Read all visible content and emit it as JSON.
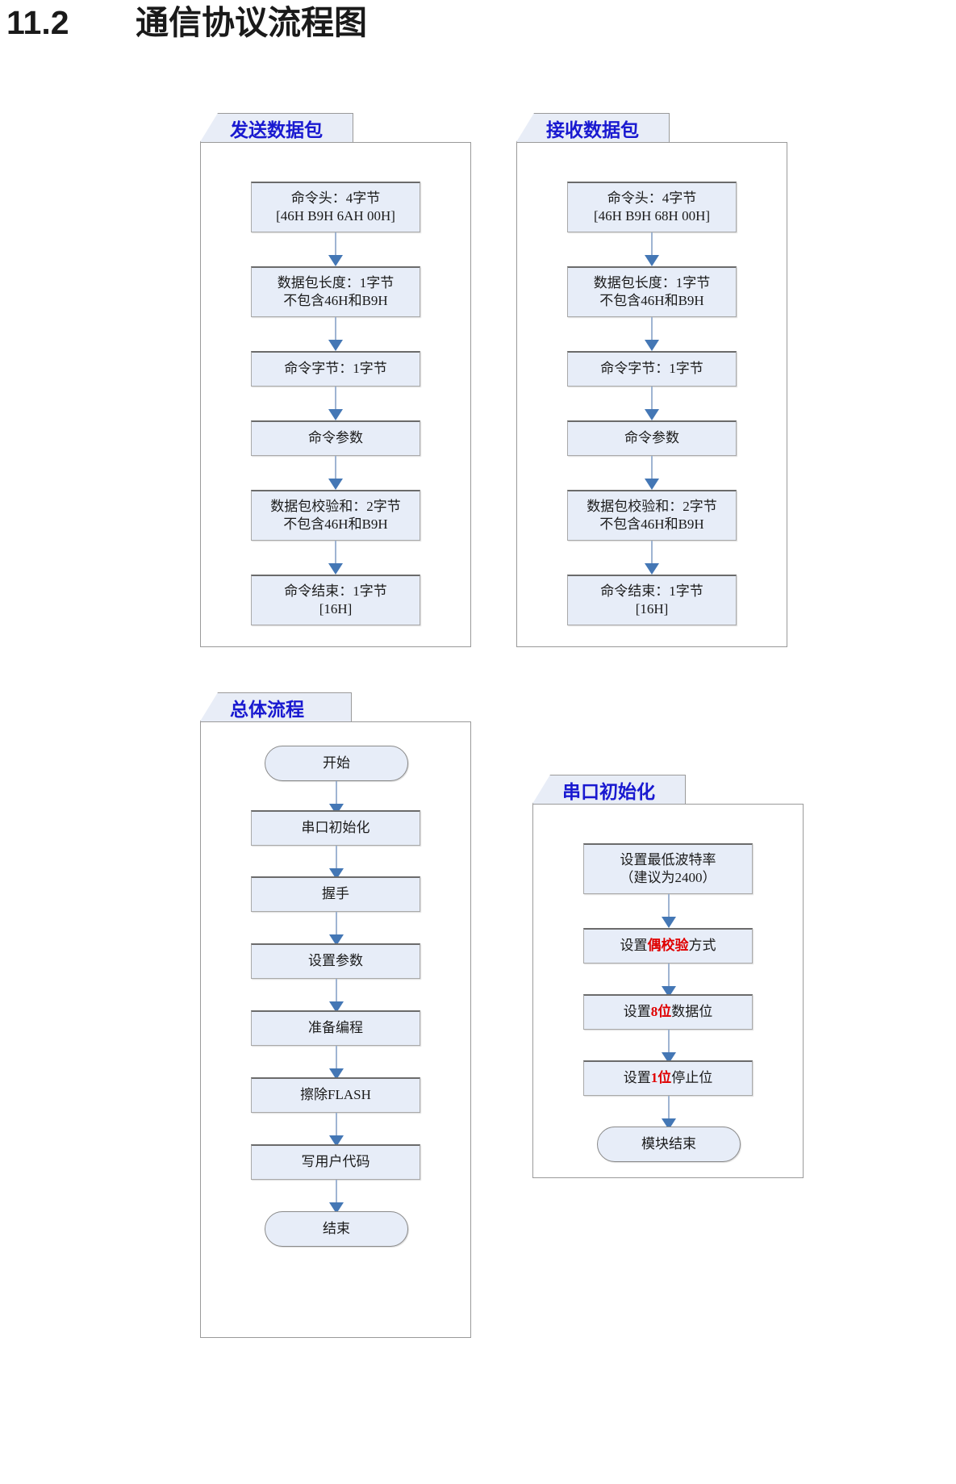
{
  "heading": {
    "number": "11.2",
    "title": "通信协议流程图"
  },
  "colors": {
    "node_fill": "#e7edf8",
    "node_border": "#a9a9a9",
    "arrow": "#4477b5",
    "arrow_stem": "#9fb4d2",
    "tab_text": "#1919d0",
    "highlight": "#e00000"
  },
  "panels": [
    {
      "id": "send-packet",
      "tab_label": "发送数据包",
      "nodes": [
        {
          "name": "command-header",
          "text": "命令头：4字节\n[46H B9H 6AH 00H]"
        },
        {
          "name": "packet-length",
          "text": "数据包长度：1字节\n不包含46H和B9H"
        },
        {
          "name": "command-byte",
          "text": "命令字节：1字节"
        },
        {
          "name": "command-params",
          "text": "命令参数"
        },
        {
          "name": "packet-checksum",
          "text": "数据包校验和：2字节\n不包含46H和B9H"
        },
        {
          "name": "command-end",
          "text": "命令结束：1字节\n[16H]"
        }
      ]
    },
    {
      "id": "receive-packet",
      "tab_label": "接收数据包",
      "nodes": [
        {
          "name": "command-header",
          "text": "命令头：4字节\n[46H B9H 68H 00H]"
        },
        {
          "name": "packet-length",
          "text": "数据包长度：1字节\n不包含46H和B9H"
        },
        {
          "name": "command-byte",
          "text": "命令字节：1字节"
        },
        {
          "name": "command-params",
          "text": "命令参数"
        },
        {
          "name": "packet-checksum",
          "text": "数据包校验和：2字节\n不包含46H和B9H"
        },
        {
          "name": "command-end",
          "text": "命令结束：1字节\n[16H]"
        }
      ]
    },
    {
      "id": "overall-flow",
      "tab_label": "总体流程",
      "nodes": [
        {
          "name": "start",
          "text": "开始"
        },
        {
          "name": "uart-init",
          "text": "串口初始化"
        },
        {
          "name": "handshake",
          "text": "握手"
        },
        {
          "name": "set-params",
          "text": "设置参数"
        },
        {
          "name": "prepare-programming",
          "text": "准备编程"
        },
        {
          "name": "erase-flash",
          "text": "擦除FLASH"
        },
        {
          "name": "write-user-code",
          "text": "写用户代码"
        },
        {
          "name": "end",
          "text": "结束"
        }
      ]
    },
    {
      "id": "uart-init",
      "tab_label": "串口初始化",
      "nodes": [
        {
          "name": "set-baudrate",
          "text": "设置最低波特率\n（建议为2400）"
        },
        {
          "name": "set-parity",
          "text": "设置偶校验方式",
          "highlight": "偶校验"
        },
        {
          "name": "set-data-bits",
          "text": "设置8位数据位",
          "highlight": "8位"
        },
        {
          "name": "set-stop-bits",
          "text": "设置1位停止位",
          "highlight": "1位"
        },
        {
          "name": "module-end",
          "text": "模块结束"
        }
      ]
    }
  ]
}
